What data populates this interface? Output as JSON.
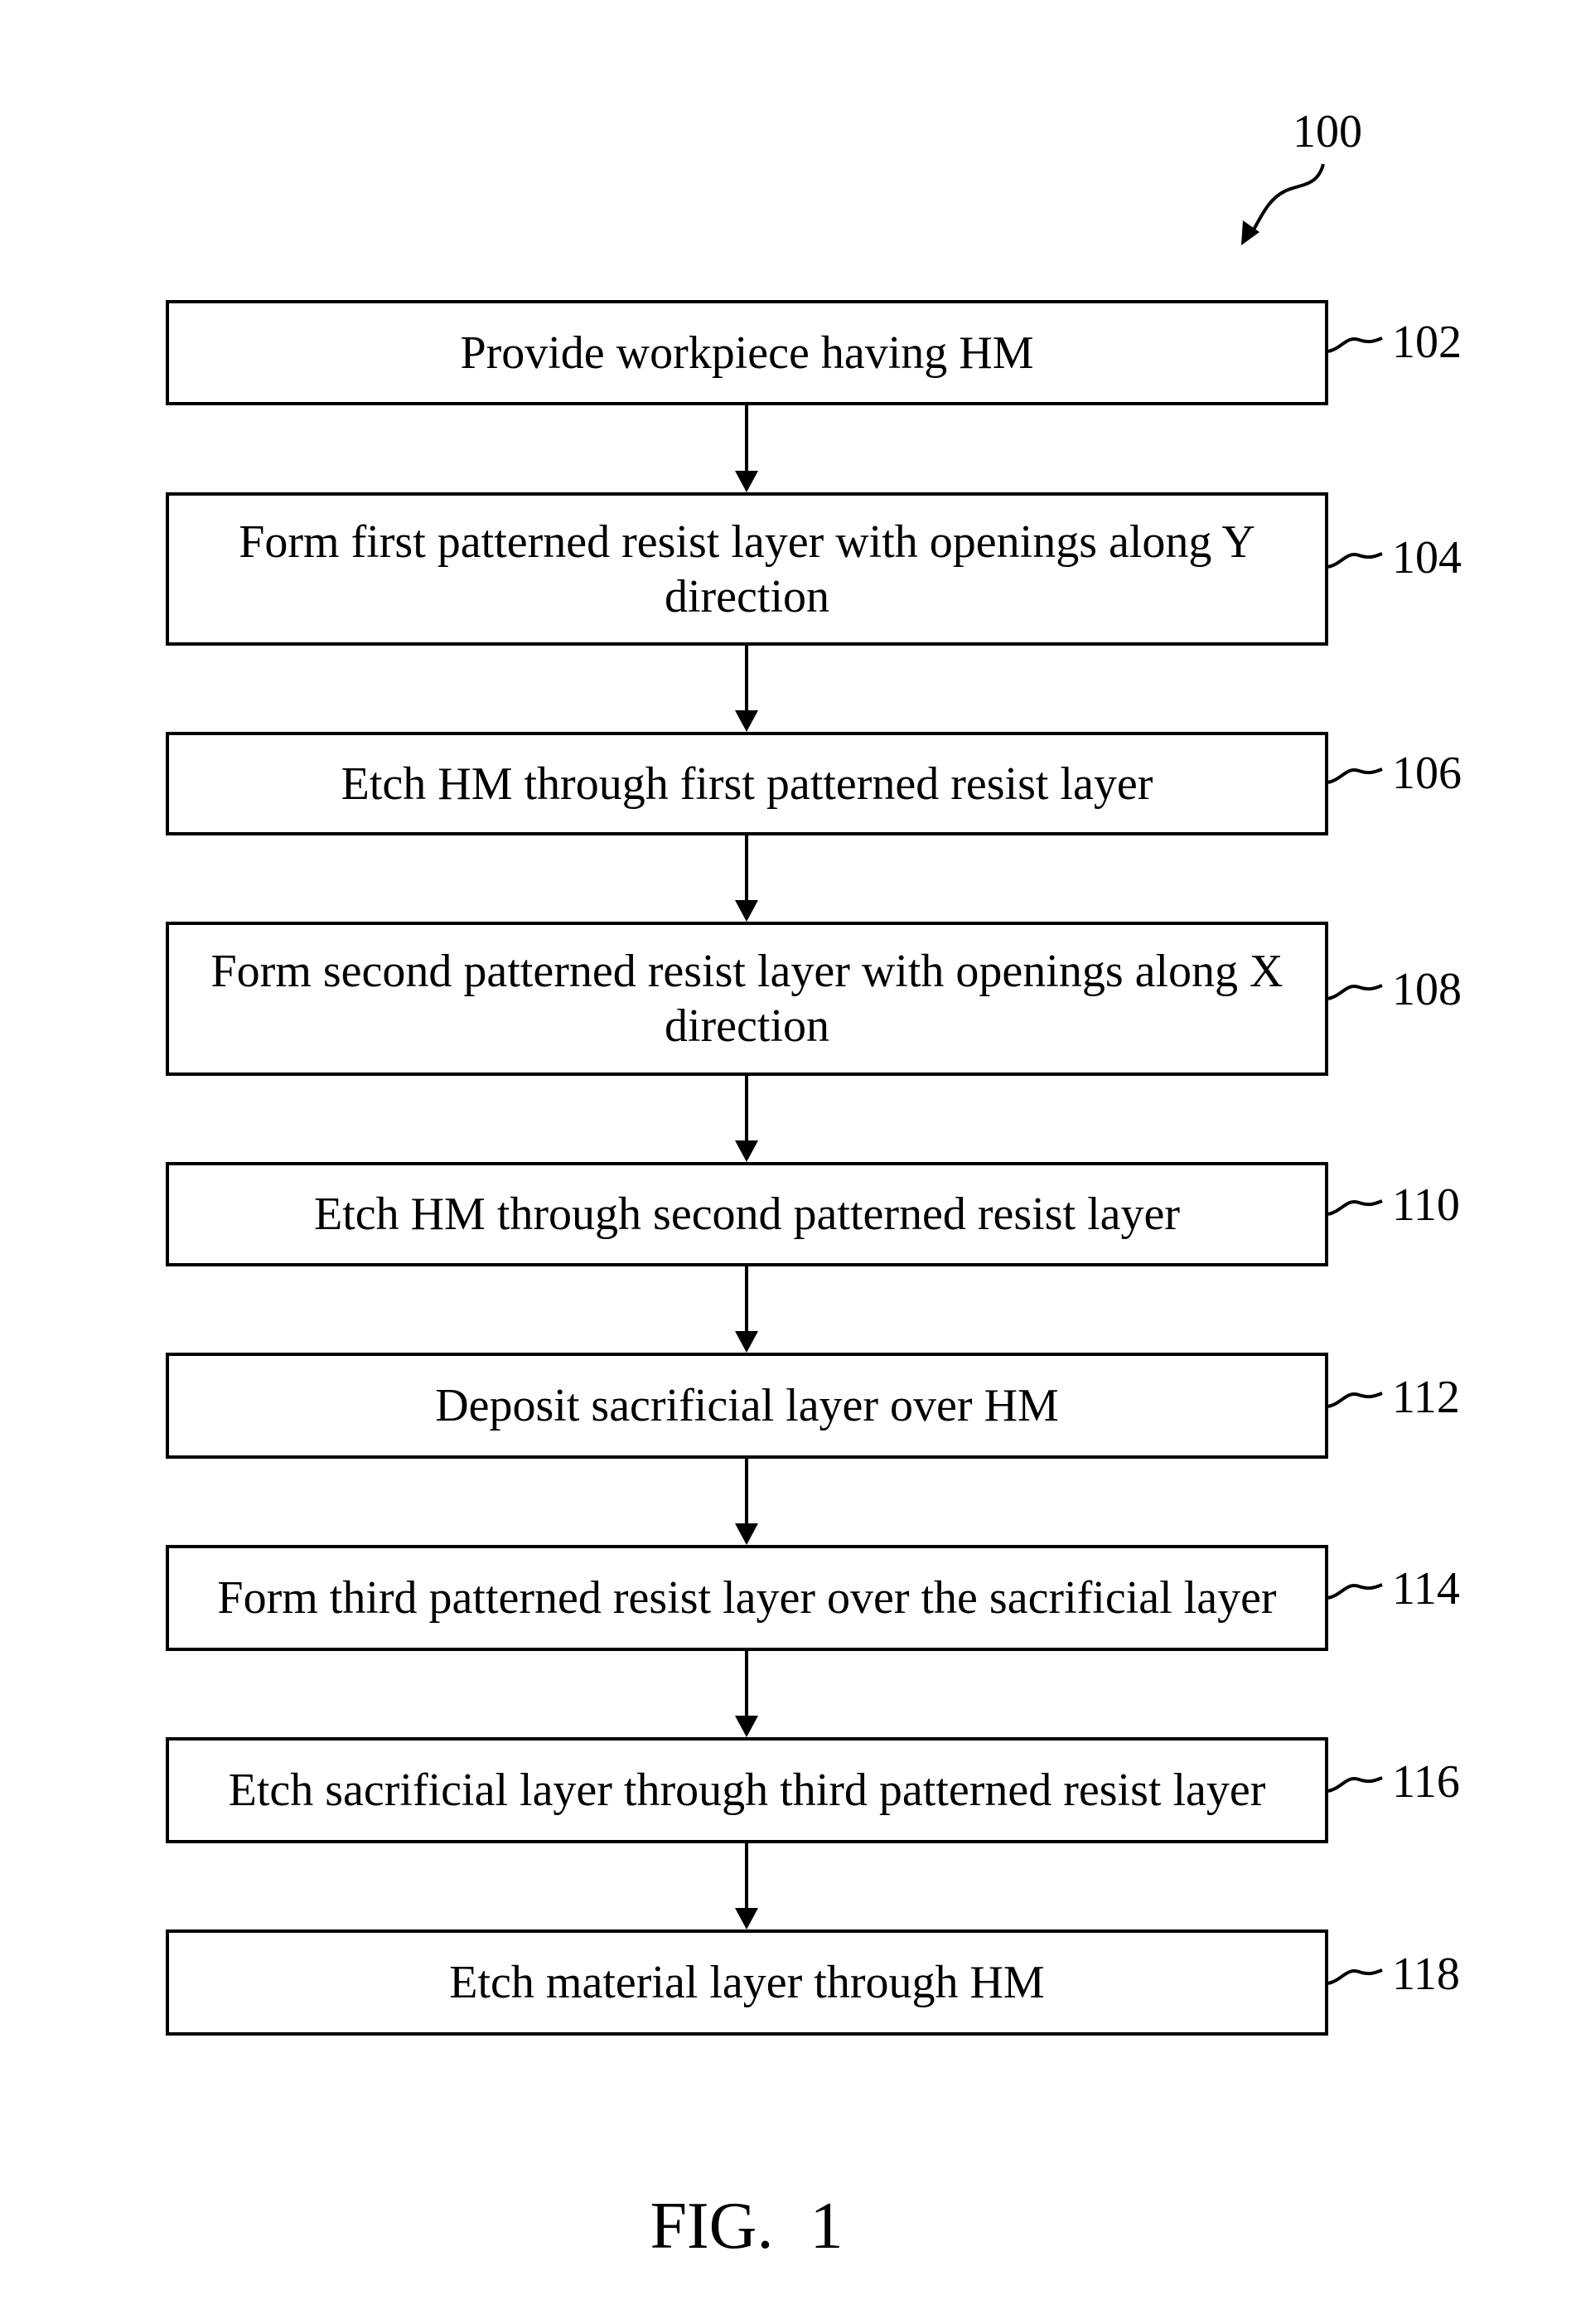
{
  "figure_ref": "100",
  "steps": [
    {
      "text": "Provide workpiece having HM",
      "ref": "102"
    },
    {
      "text": "Form first patterned resist layer with openings along Y direction",
      "ref": "104"
    },
    {
      "text": "Etch HM through first patterned resist layer",
      "ref": "106"
    },
    {
      "text": "Form second patterned resist layer with openings along X direction",
      "ref": "108"
    },
    {
      "text": "Etch HM through second patterned resist layer",
      "ref": "110"
    },
    {
      "text": "Deposit sacrificial layer over HM",
      "ref": "112"
    },
    {
      "text": "Form third patterned resist layer over the sacrificial layer",
      "ref": "114"
    },
    {
      "text": "Etch sacrificial layer through third patterned resist layer",
      "ref": "116"
    },
    {
      "text": "Etch material layer through HM",
      "ref": "118"
    }
  ],
  "caption": "FIG. 1"
}
